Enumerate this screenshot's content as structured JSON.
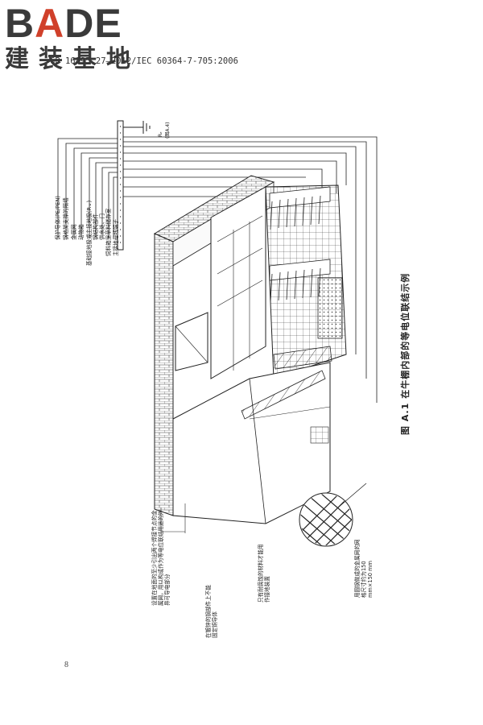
{
  "logo": {
    "main": "BADE",
    "sub": "建装基地"
  },
  "header": {
    "standard_ref": "GB 16895.27—2012/IEC 60364-7-705:2006"
  },
  "figure": {
    "caption": "图 A.1  在牛棚内部的等电位联结示例",
    "re_label": "Rₑ",
    "re_ref": "(图A.4)",
    "legend": [
      "保护导体(PE/PEN)",
      "钢格架支撑的隔墙",
      "金属网",
      "动物箱",
      "基础接地极或主接地极(R⌄)",
      "钢结构部件",
      "供水处、门",
      "饲料箱里草料储存室",
      "主接地母线端子"
    ],
    "annotations": {
      "floor_mesh": "设置在地面的至少引出两个焊接节点的金属网，用以构成作为等电位联结用途的外界可导电部分",
      "steel_parts": "在镀锌的钢部件上不能固定铜导体",
      "corrosion": "只有耐腐蚀的材料才能用作接地装置",
      "mesh_size": "用圆钢做成的金属网的网格尺寸约为150 mm×150 mm"
    }
  },
  "footer": {
    "page_number": "8"
  }
}
